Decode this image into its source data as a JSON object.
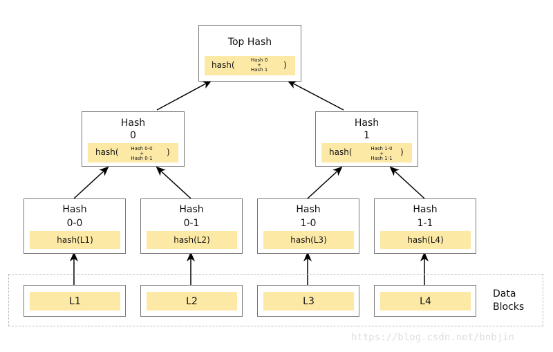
{
  "top": {
    "title": "Top Hash",
    "fn": "hash(",
    "inner_top": "Hash 0",
    "plus": "+",
    "inner_bottom": "Hash 1",
    "close": ")"
  },
  "hash0": {
    "title_1": "Hash",
    "title_2": "0",
    "fn": "hash(",
    "inner_top": "Hash 0-0",
    "plus": "+",
    "inner_bottom": "Hash 0-1",
    "close": ")"
  },
  "hash1": {
    "title_1": "Hash",
    "title_2": "1",
    "fn": "hash(",
    "inner_top": "Hash 1-0",
    "plus": "+",
    "inner_bottom": "Hash 1-1",
    "close": ")"
  },
  "leaves": [
    {
      "title_1": "Hash",
      "title_2": "0-0",
      "value": "hash(L1)"
    },
    {
      "title_1": "Hash",
      "title_2": "0-1",
      "value": "hash(L2)"
    },
    {
      "title_1": "Hash",
      "title_2": "1-0",
      "value": "hash(L3)"
    },
    {
      "title_1": "Hash",
      "title_2": "1-1",
      "value": "hash(L4)"
    }
  ],
  "data_blocks": {
    "label_1": "Data",
    "label_2": "Blocks",
    "items": [
      "L1",
      "L2",
      "L3",
      "L4"
    ]
  },
  "watermark": "https://blog.csdn.net/bnbjin",
  "colors": {
    "highlight": "#fde9a6",
    "border": "#777777",
    "dashed": "#bdbdbd"
  }
}
